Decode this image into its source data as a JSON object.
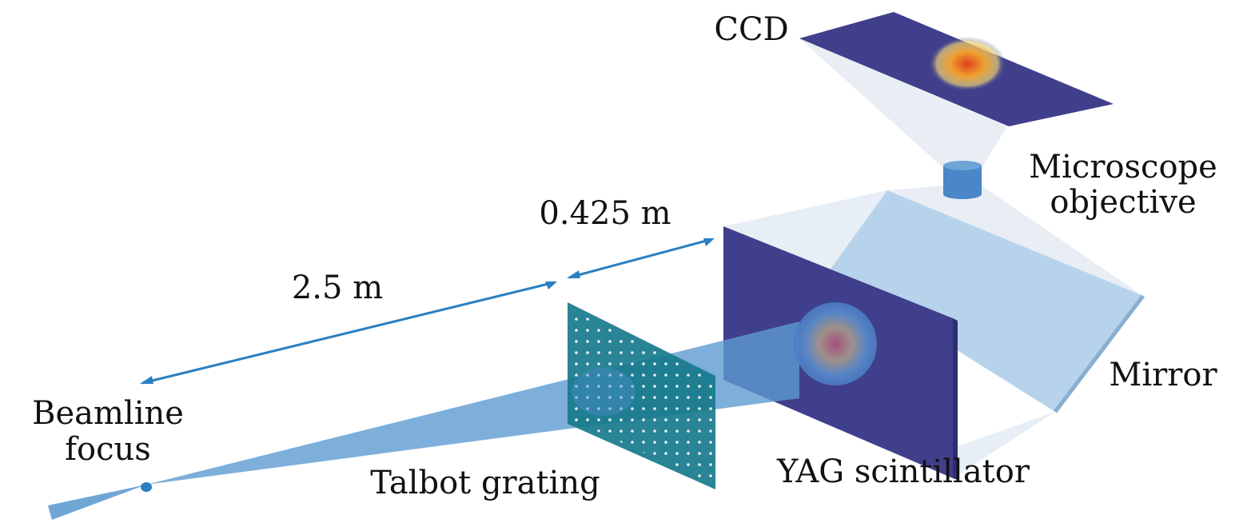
{
  "labels": {
    "ccd": "CCD",
    "microscope_line1": "Microscope",
    "microscope_line2": "objective",
    "distance_grating_yag": "0.425 m",
    "distance_focus_grating": "2.5 m",
    "beamline_line1": "Beamline",
    "beamline_line2": "focus",
    "talbot": "Talbot grating",
    "yag": "YAG scintillator",
    "mirror": "Mirror"
  },
  "colors": {
    "plate": "#403f8c",
    "beam": "#5e9bd1",
    "grating": "#17798c",
    "mirror": "#b7d3ec",
    "arrow": "#2b7fc0",
    "cone": "#dfe8f2"
  }
}
